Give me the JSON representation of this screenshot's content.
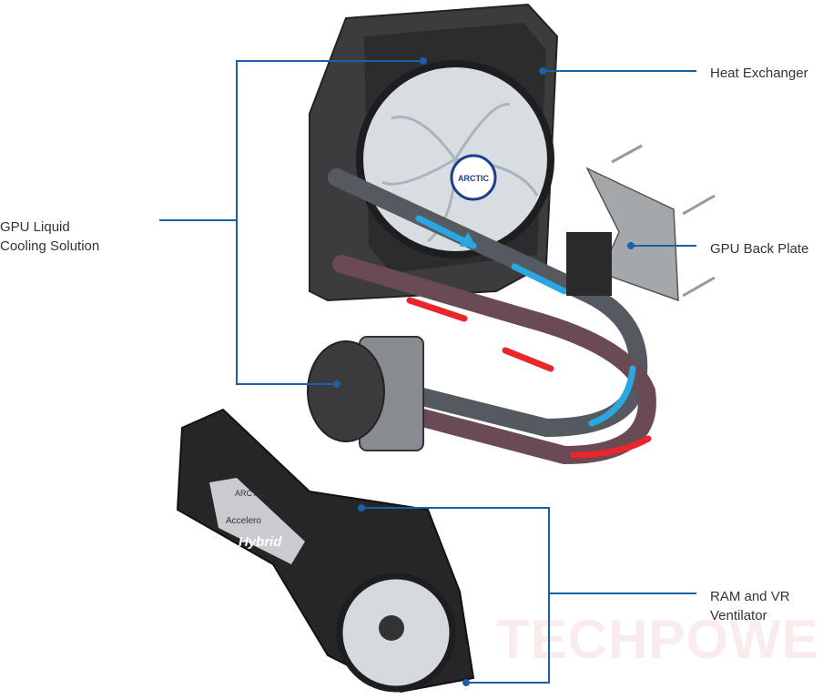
{
  "labels": {
    "heat_exchanger": "Heat Exchanger",
    "gpu_liquid_line1": "GPU Liquid",
    "gpu_liquid_line2": "Cooling Solution",
    "gpu_back_plate": "GPU Back Plate",
    "ram_vr_line1": "RAM and VR",
    "ram_vr_line2": "Ventilator"
  },
  "logos": {
    "fan_logo": "ARCTIC",
    "shroud_brand": "ARCTIC",
    "shroud_model_1": "Accelero",
    "shroud_model_2": "Hybrid"
  },
  "watermark": "TECHPOWERUP",
  "colors": {
    "leader_line": "#1a5fa8",
    "cold_flow": "#2aa7e0",
    "hot_flow": "#e8262b",
    "hardware": "#3a3a3c"
  }
}
